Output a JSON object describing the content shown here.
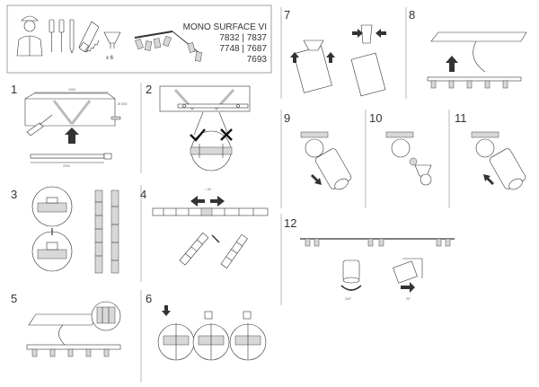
{
  "header": {
    "title": "MONO SURFACE VI",
    "codes": [
      "7832 | 7837",
      "7748 | 7687",
      "7693"
    ],
    "bulb_count": "x 6"
  },
  "steps": {
    "s1": "1",
    "s2": "2",
    "s3": "3",
    "s4": "4",
    "s5": "5",
    "s6": "6",
    "s7": "7",
    "s8": "8",
    "s9": "9",
    "s10": "10",
    "s11": "11",
    "s12": "12"
  },
  "dims": {
    "top_len": "1900",
    "side_h": "Ø 9/15",
    "bottom_len": "2000",
    "step4_gap": "< 50",
    "rot_a": "340°",
    "rot_b": "90°"
  },
  "colors": {
    "line": "#333333",
    "separator": "#9a9a9a",
    "check_green": "#333333",
    "accent_dark": "#111111"
  }
}
